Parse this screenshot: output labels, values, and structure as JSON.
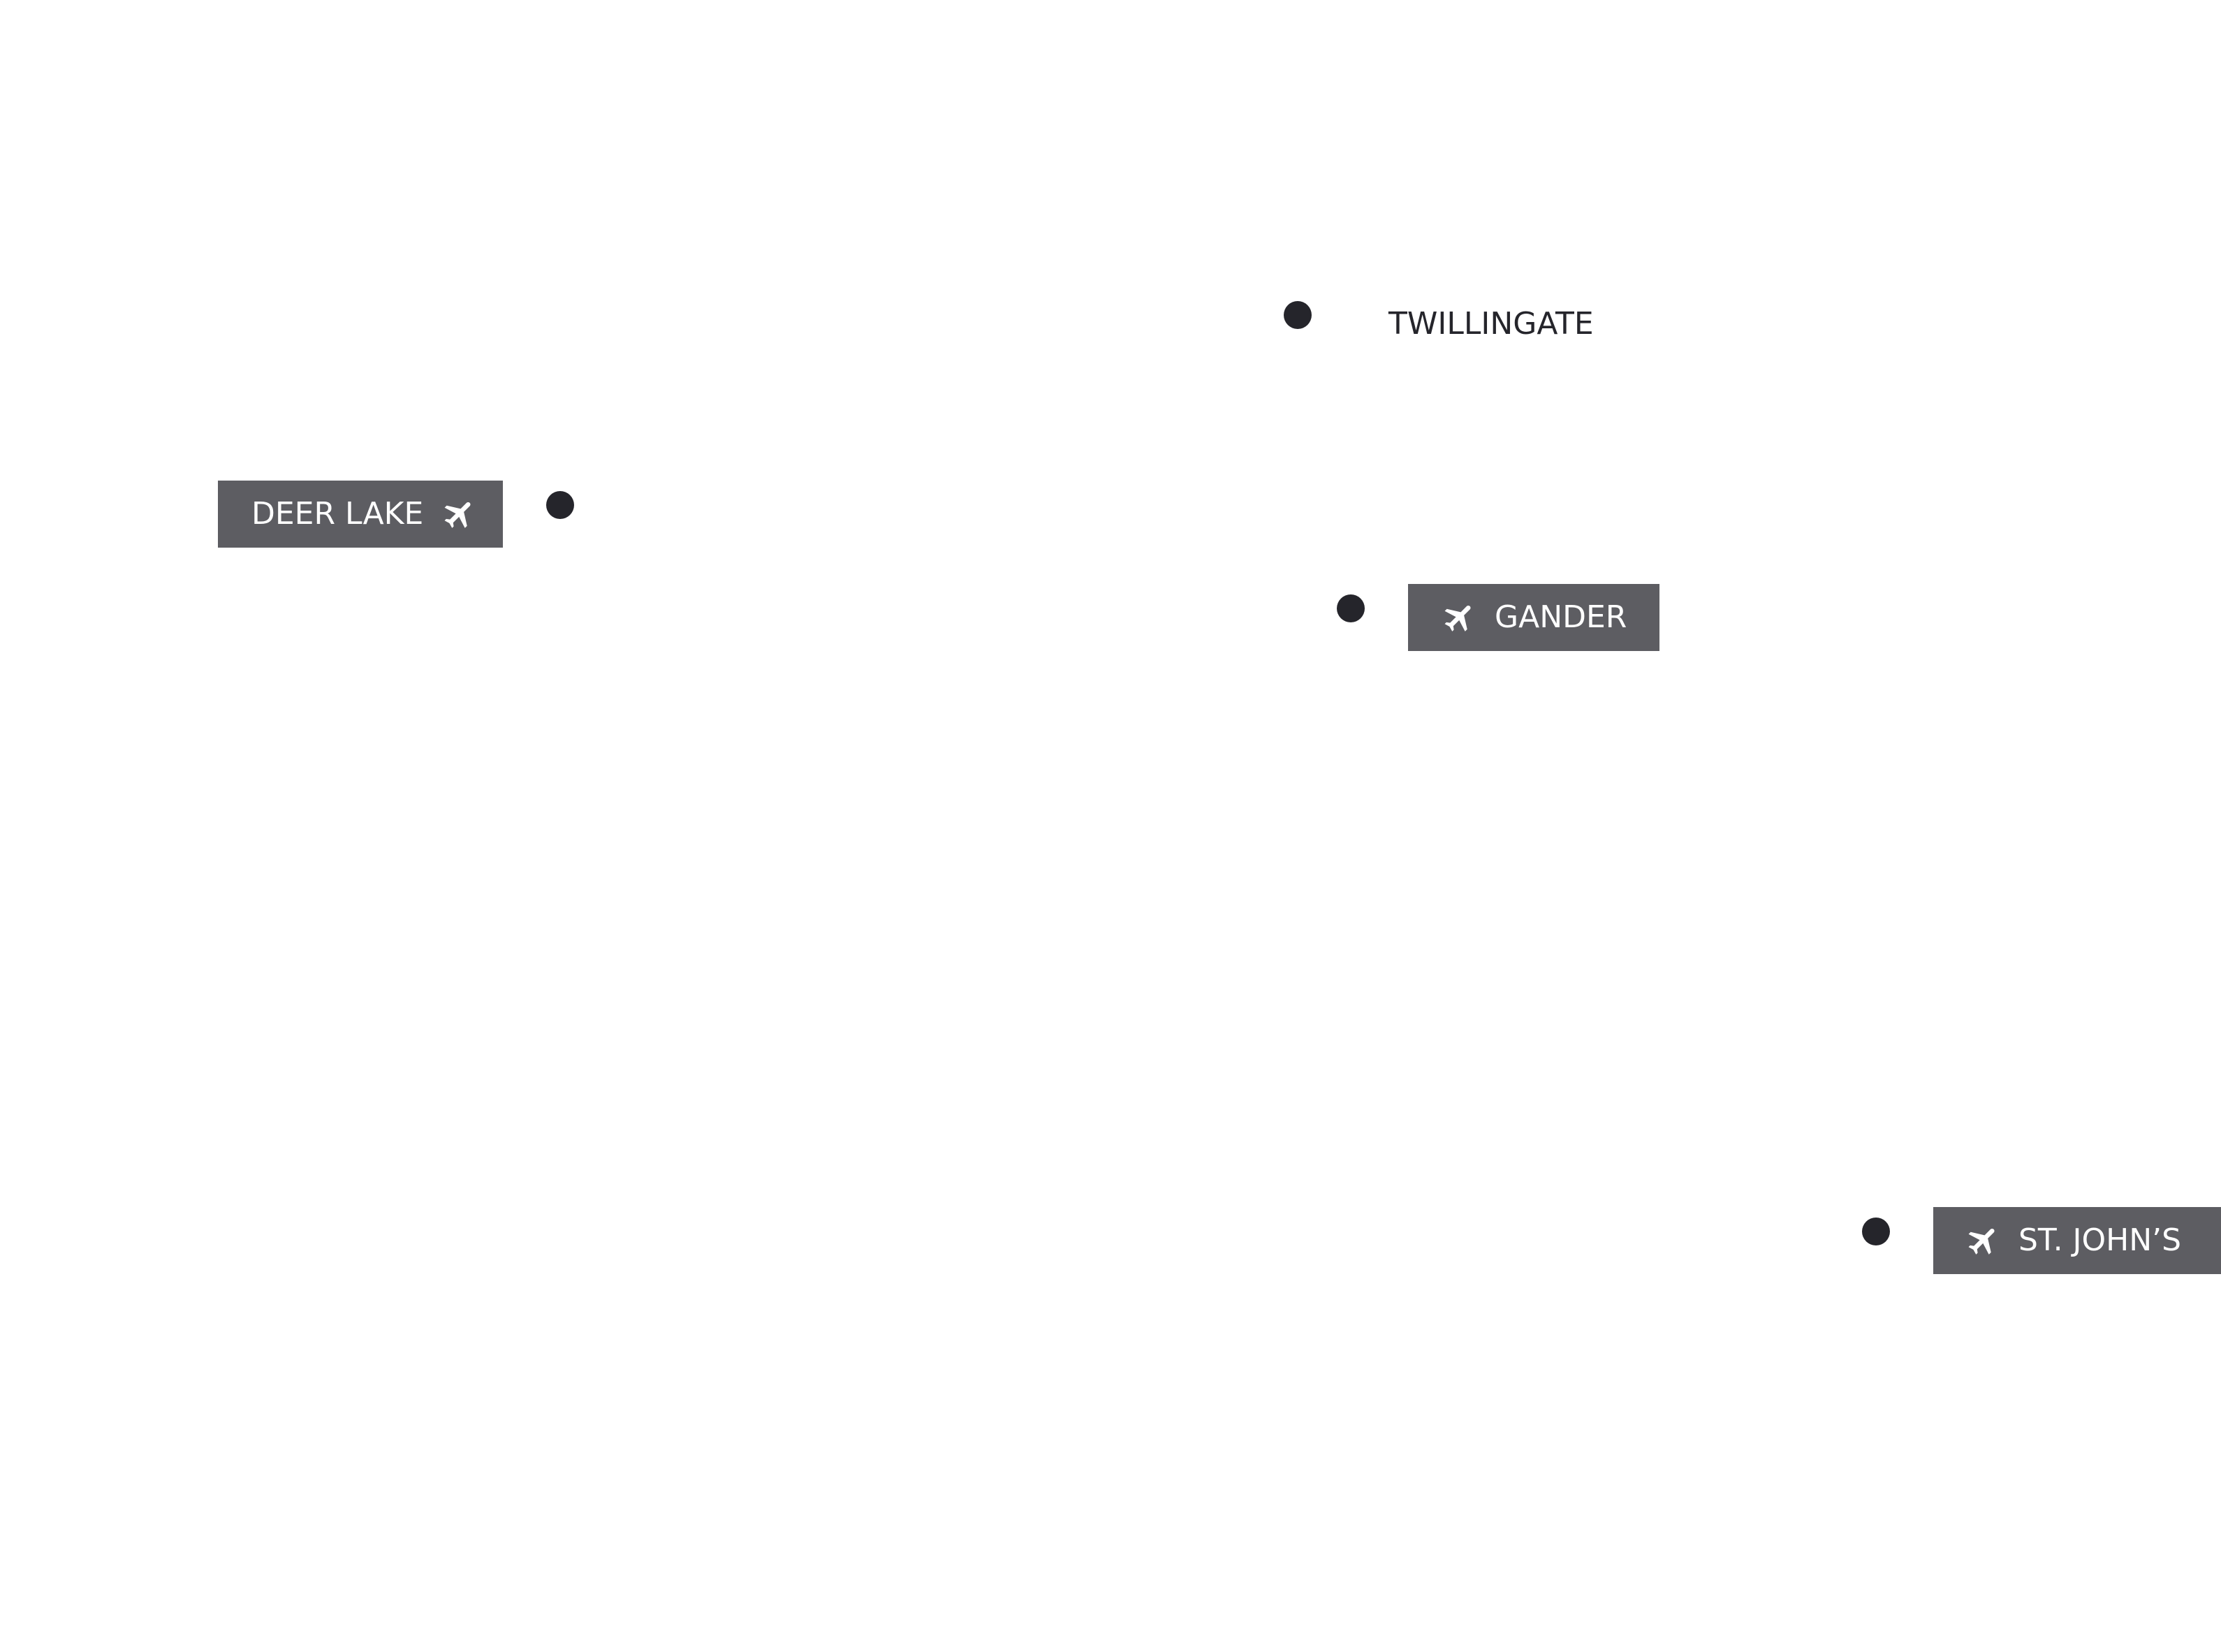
{
  "map": {
    "places": [
      {
        "id": "deer-lake",
        "label": "DEER LAKE",
        "airport": true,
        "icon": "airplane-icon"
      },
      {
        "id": "twillingate",
        "label": "TWILLINGATE",
        "airport": false
      },
      {
        "id": "gander",
        "label": "GANDER",
        "airport": true,
        "icon": "airplane-icon"
      },
      {
        "id": "st-johns",
        "label": "ST. JOHN’S",
        "airport": true,
        "icon": "airplane-icon"
      }
    ],
    "colors": {
      "background": "#ffffff",
      "dot": "#25252b",
      "badge": "#5d5d62",
      "badge_text": "#ffffff"
    }
  }
}
